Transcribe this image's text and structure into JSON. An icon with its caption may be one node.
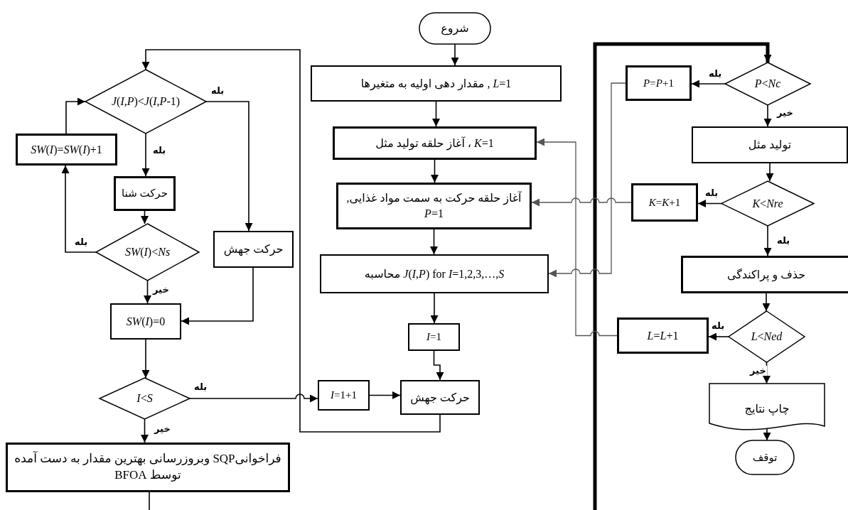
{
  "diagram": {
    "nodes": [
      {
        "text": [
          "شروع"
        ]
      },
      {
        "text": [
          "*L*=1 , مقدار دهی اولیه به متغیرها"
        ]
      },
      {
        "text": [
          "*K*=1 ، آغاز حلقه تولید مثل"
        ]
      },
      {
        "text": [
          "آغاز حلقه حرکت به سمت مواد غذایی, *P*=1"
        ]
      },
      {
        "text": [
          "*J*(*I*,*P*) for *I*=1,2,3,…,*S* محاسبه"
        ]
      },
      {
        "text": [
          "*I*=1"
        ]
      },
      {
        "text": [
          "*I*=1+1"
        ]
      },
      {
        "text": [
          "حرکت جهش"
        ]
      },
      {
        "text": [
          "*J*(*I*,*P*)<*J*(*I*,*P*-1)"
        ]
      },
      {
        "text": [
          "*SW*(*I*)=*SW*(*I*)+1"
        ]
      },
      {
        "text": [
          "حرکت شنا"
        ]
      },
      {
        "text": [
          "حرکت جهش"
        ]
      },
      {
        "text": [
          "*SW*(*I*)<*Ns*"
        ]
      },
      {
        "text": [
          "*SW*(*I*)=0"
        ]
      },
      {
        "text": [
          "*I*<*S*"
        ]
      },
      {
        "text": [
          "فراخوانیSQP وبروزرسانی بهترین مقدار به دست آمده توسط BFOA"
        ]
      },
      {
        "text": [
          "*P*<*Nc*"
        ]
      },
      {
        "text": [
          "*P*=*P*+1"
        ]
      },
      {
        "text": [
          "تولید مثل"
        ]
      },
      {
        "text": [
          "*K*<*Nre*"
        ]
      },
      {
        "text": [
          "*K*=*K*+1"
        ]
      },
      {
        "text": [
          "حذف و پراکندگی"
        ]
      },
      {
        "text": [
          "*L*<*Ned*"
        ]
      },
      {
        "text": [
          "*L*=*L*+1"
        ]
      },
      {
        "text": [
          "چاپ نتایج"
        ]
      },
      {
        "text": [
          "توقف"
        ]
      }
    ],
    "edges": [
      {
        "from": 0,
        "to": 1,
        "arrow": "to"
      },
      {
        "from": 1,
        "to": 2,
        "arrow": "to"
      },
      {
        "from": 2,
        "to": 3,
        "arrow": "to"
      },
      {
        "from": 3,
        "to": 4,
        "arrow": "to"
      },
      {
        "from": 4,
        "to": 5,
        "arrow": "to"
      },
      {
        "from": 5,
        "to": 7,
        "arrow": "to"
      },
      {
        "from": 6,
        "to": 7,
        "arrow": "to"
      },
      {
        "from": 7,
        "to": 8,
        "arrow": "to"
      },
      {
        "from": 14,
        "to": 6,
        "arrow": "to",
        "label": "بله"
      },
      {
        "from": 8,
        "to": 10,
        "arrow": "to",
        "label": "بله"
      },
      {
        "from": 8,
        "to": 11,
        "arrow": "to",
        "label": "بله"
      },
      {
        "from": 10,
        "to": 12,
        "arrow": "to"
      },
      {
        "from": 12,
        "to": 9,
        "arrow": "to",
        "label": "بله"
      },
      {
        "from": 9,
        "to": 8,
        "arrow": "to"
      },
      {
        "from": 12,
        "to": 13,
        "arrow": "to",
        "label": "خیر"
      },
      {
        "from": 11,
        "to": 13,
        "arrow": "to"
      },
      {
        "from": 13,
        "to": 14,
        "arrow": "to"
      },
      {
        "from": 14,
        "to": 15,
        "arrow": "to",
        "label": "خیر"
      },
      {
        "from": 15,
        "to": null,
        "arrow": "none"
      },
      {
        "from": null,
        "to": 16,
        "arrow": "to",
        "style": "thick"
      },
      {
        "from": 16,
        "to": 17,
        "arrow": "to",
        "label": "بله"
      },
      {
        "from": 16,
        "to": 18,
        "arrow": "to",
        "label": "خیر"
      },
      {
        "from": 18,
        "to": 19,
        "arrow": "to"
      },
      {
        "from": 19,
        "to": 20,
        "arrow": "to",
        "label": "بله"
      },
      {
        "from": 19,
        "to": 21,
        "arrow": "to",
        "label": "بله"
      },
      {
        "from": 21,
        "to": 22,
        "arrow": "to"
      },
      {
        "from": 22,
        "to": 23,
        "arrow": "to",
        "label": "بله"
      },
      {
        "from": 22,
        "to": 24,
        "arrow": "to",
        "label": "خیر"
      },
      {
        "from": 24,
        "to": 25,
        "arrow": "to"
      },
      {
        "from": 17,
        "to": 4,
        "arrow": "to",
        "color": "#555555"
      },
      {
        "from": 20,
        "to": 3,
        "arrow": "to",
        "color": "#555555"
      },
      {
        "from": 23,
        "to": 2,
        "arrow": "to",
        "color": "#555555"
      }
    ]
  }
}
